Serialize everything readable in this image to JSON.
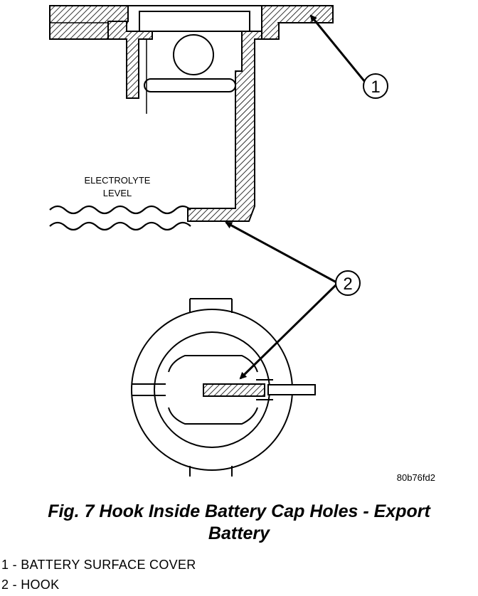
{
  "diagram": {
    "labels": {
      "electrolyte_line1": "ELECTROLYTE",
      "electrolyte_line2": "LEVEL",
      "callout_1": "1",
      "callout_2": "2",
      "image_code": "80b76fd2"
    }
  },
  "caption": {
    "line1": "Fig. 7 Hook Inside Battery Cap Holes - Export",
    "line2": "Battery"
  },
  "legend": [
    "1 - BATTERY SURFACE COVER",
    "2 - HOOK"
  ]
}
